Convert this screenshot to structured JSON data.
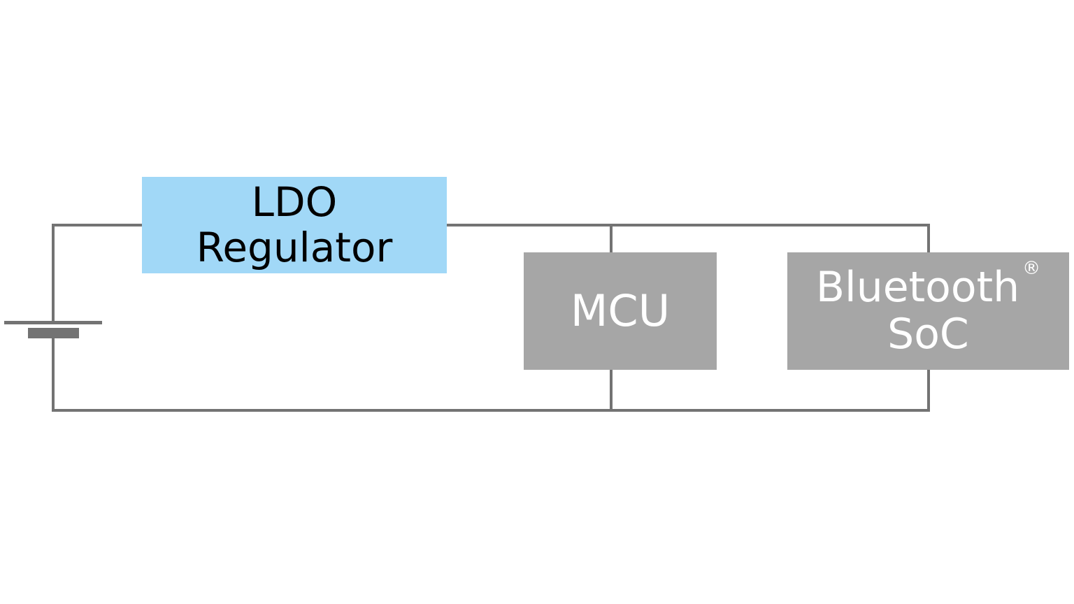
{
  "blocks": {
    "ldo": {
      "line1": "LDO",
      "line2": "Regulator",
      "fill": "#a1d8f7"
    },
    "mcu": {
      "label": "MCU",
      "fill": "#a6a6a6"
    },
    "bluetooth": {
      "line1": "Bluetooth",
      "mark": "®",
      "line2": "SoC",
      "fill": "#a6a6a6"
    }
  },
  "colors": {
    "wire": "#737373",
    "battery": "#737373",
    "background": "#ffffff"
  }
}
